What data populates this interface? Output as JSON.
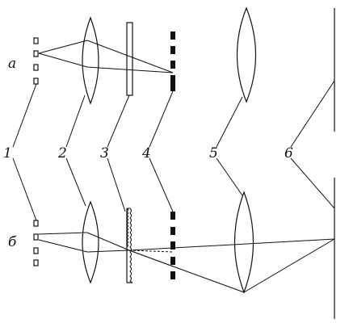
{
  "diagram": {
    "row_labels": [
      "а",
      "б"
    ],
    "part_labels": [
      "1",
      "2",
      "3",
      "4",
      "5",
      "6"
    ]
  },
  "colors": {
    "ink": "#111111",
    "background": "#ffffff"
  }
}
